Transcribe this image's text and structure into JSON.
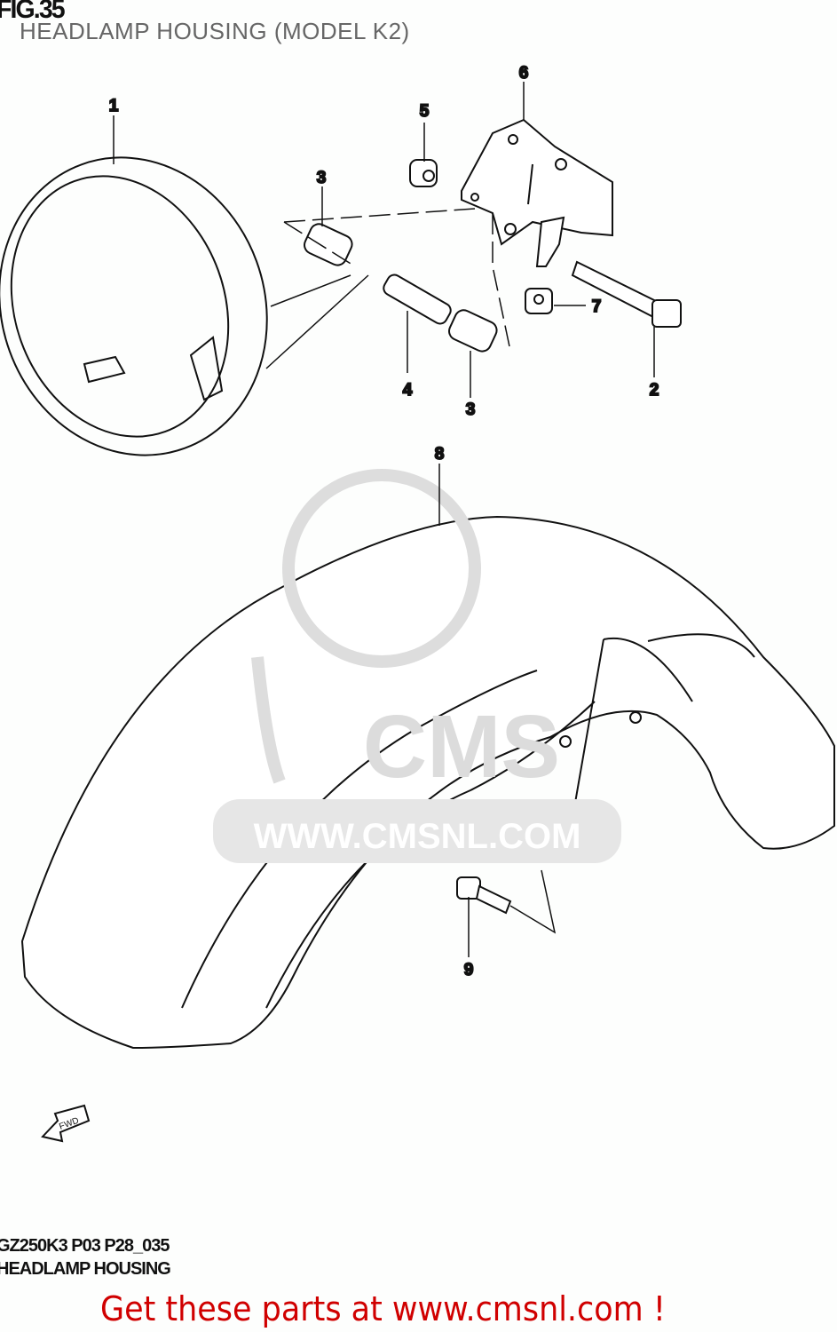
{
  "header": {
    "figure": "FIG.35",
    "title": "HEADLAMP HOUSING (MODEL K2)"
  },
  "callouts": [
    "1",
    "2",
    "3",
    "3",
    "4",
    "5",
    "6",
    "7",
    "8",
    "9"
  ],
  "watermark": {
    "logo_text": "CMS",
    "url_text": "WWW.CMSNL.COM"
  },
  "fwd_label": "FWD",
  "footer": {
    "code": "GZ250K3 P03 P28_035",
    "section": "HEADLAMP HOUSING",
    "promo": "Get these parts at www.cmsnl.com !",
    "promo_color": "#d00000"
  }
}
